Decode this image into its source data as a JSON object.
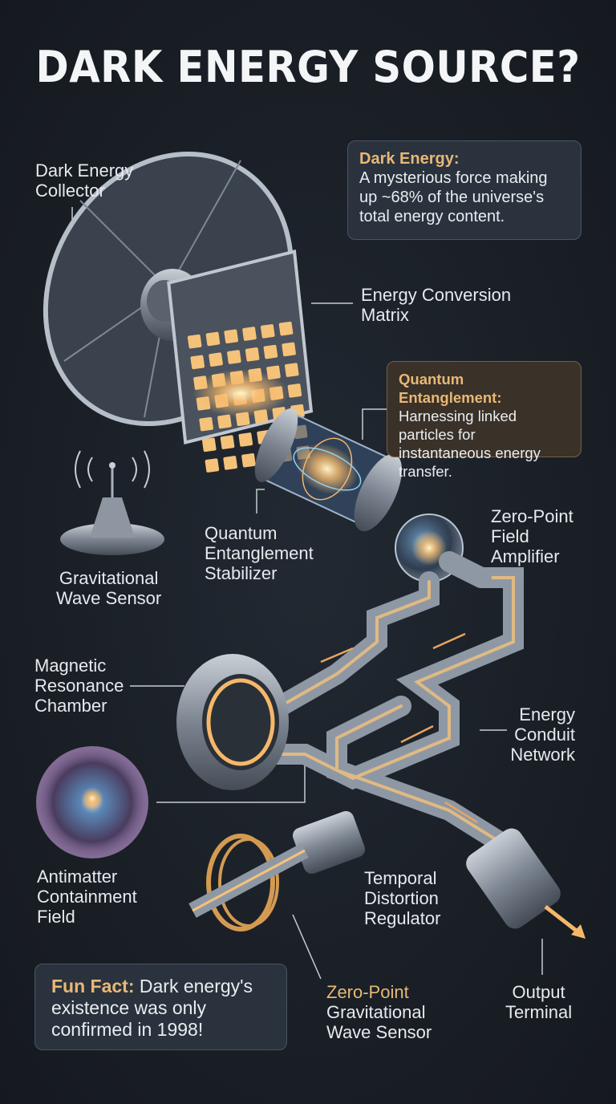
{
  "title": "DARK ENERGY SOURCE?",
  "labels": {
    "collector": [
      "Dark Energy",
      "Collector"
    ],
    "matrix": [
      "Energy Conversion",
      "Matrix"
    ],
    "stabilizer": [
      "Quantum",
      "Entanglement",
      "Stabilizer"
    ],
    "amplifier": [
      "Zero-Point",
      "Field",
      "Amplifier"
    ],
    "grav_sensor": [
      "Gravitational",
      "Wave Sensor"
    ],
    "magnetic": [
      "Magnetic",
      "Resonance",
      "Chamber"
    ],
    "conduit": [
      "Energy",
      "Conduit",
      "Network"
    ],
    "antimatter": [
      "Antimatter",
      "Containment",
      "Field"
    ],
    "temporal": [
      "Temporal",
      "Distortion",
      "Regulator"
    ],
    "zp_grav": [
      "Zero-Point",
      "Gravitational",
      "Wave Sensor"
    ],
    "output": [
      "Output",
      "Terminal"
    ]
  },
  "info_boxes": {
    "dark_energy": {
      "heading": "Dark Energy:",
      "body": "A mysterious force making up ~68% of the universe's total energy content."
    },
    "quantum": {
      "heading": "Quantum Entanglement:",
      "body": "Harnessing linked particles for instantaneous energy transfer."
    },
    "fun_fact": {
      "heading": "Fun Fact:",
      "body": " Dark energy's existence was only confirmed in 1998!"
    }
  },
  "colors": {
    "background": "#1a1f26",
    "accent": "#e8b877",
    "glow": "#f5b86a"
  }
}
